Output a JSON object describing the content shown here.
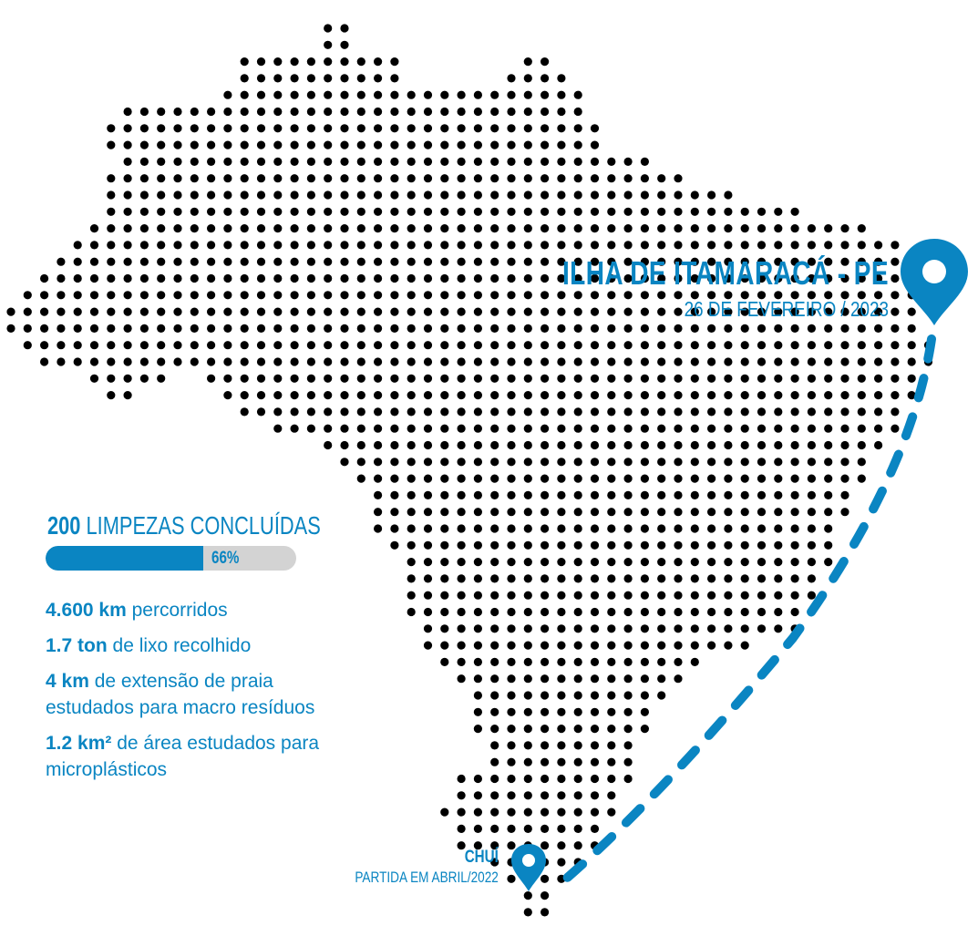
{
  "destination": {
    "place": "ILHA DE ITAMARACÁ - PE",
    "date": "26 DE FEVEREIRO / 2023",
    "icon": "map-pin-icon"
  },
  "origin": {
    "place": "CHUÍ",
    "date": "PARTIDA EM ABRIL/2022",
    "icon": "map-pin-icon"
  },
  "progress": {
    "count": "200",
    "label": "LIMPEZAS CONCLUÍDAS",
    "percent_label": "66%",
    "fraction": 0.63
  },
  "stats": [
    {
      "value": "4.600 km",
      "text": "percorridos"
    },
    {
      "value": "1.7 ton",
      "text": "de lixo recolhido"
    },
    {
      "value": "4 km",
      "text": "de extensão de praia estudados para macro resíduos"
    },
    {
      "value": "1.2 km²",
      "text": "de área estudados para microplásticos"
    }
  ],
  "colors": {
    "accent": "#0a85c2",
    "dots": "#000000",
    "bar_track": "#d3d3d3"
  }
}
